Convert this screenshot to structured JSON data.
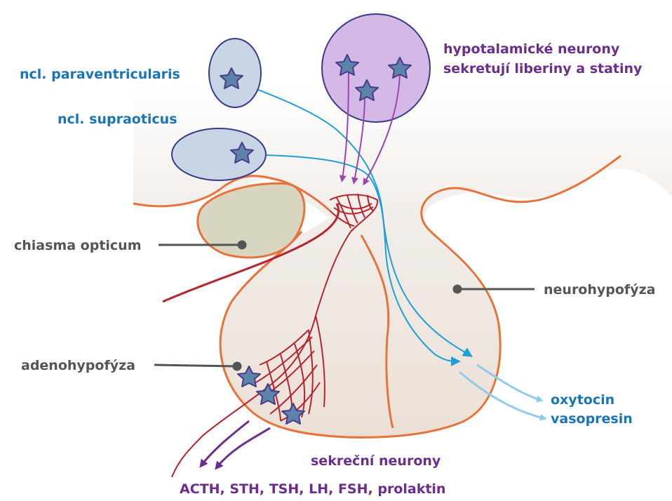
{
  "labels": {
    "paraventricularis": "ncl. paraventricularis",
    "supraoticus": "ncl. supraoticus",
    "hypothalamic_line1": "hypotalamické neurony",
    "hypothalamic_line2": "sekretují liberiny a statiny",
    "chiasma": "chiasma opticum",
    "neurohypophysis": "neurohypofýza",
    "adenohypophysis": "adenohypofýza",
    "oxytocin": "oxytocin",
    "vasopresin": "vasopresin",
    "secretory_neurons": "sekreční neurony",
    "hormones": "ACTH, STH, TSH, LH, FSH, prolaktin"
  },
  "colors": {
    "blue_text": "#1a75b8",
    "purple_text": "#6b2d8e",
    "gray_text": "#555555",
    "orange_outline": "#e8733a",
    "red_vessel": "#b5252f",
    "blue_axon": "#1e9fd8",
    "light_blue_axon": "#8ecbea",
    "purple_axon": "#9b45b0",
    "star_fill": "#5c84a8",
    "star_stroke": "#4a3a8a",
    "nucleus_fill": "#c7d5e4",
    "nucleus_stroke": "#3a3a8a",
    "big_nucleus_fill": "#d4b8e6",
    "chiasma_fill": "#d8d6c0"
  }
}
